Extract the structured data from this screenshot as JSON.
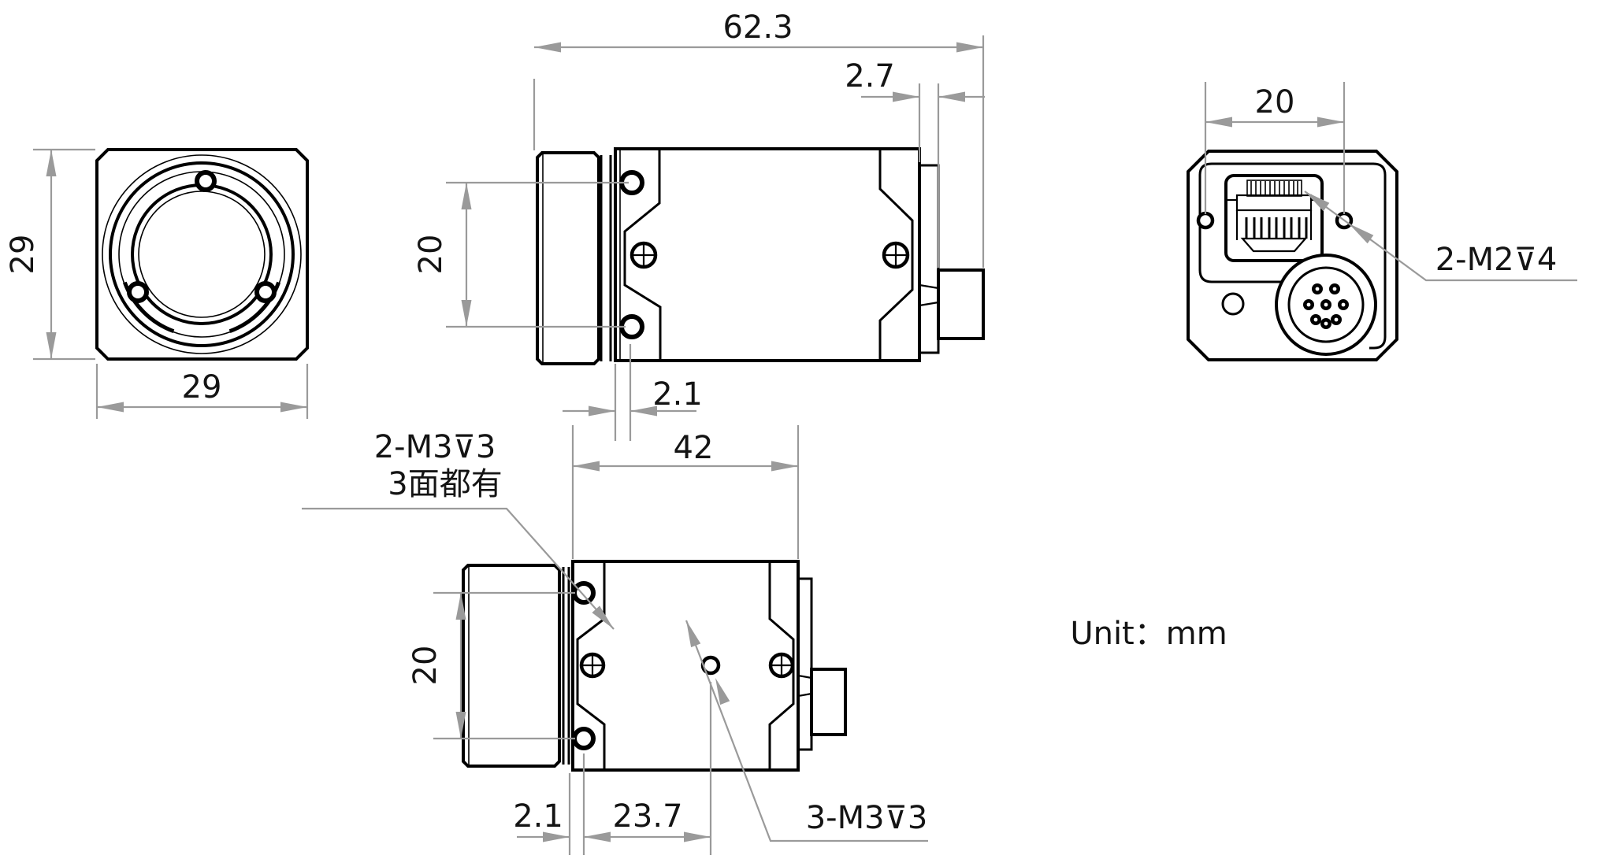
{
  "drawing": {
    "unit_note": "Unit：mm",
    "front": {
      "dim_height": "29",
      "dim_width": "29"
    },
    "side": {
      "dim_total_length": "62.3",
      "dim_rear_cap": "2.7",
      "dim_hole_spacing": "20",
      "dim_hole_offset": "2.1",
      "dim_body_length": "42"
    },
    "rear": {
      "dim_hole_spacing": "20",
      "label_screws": "2-M2⊽4"
    },
    "bottom": {
      "dim_hole_spacing": "20",
      "dim_hole_offset": "2.1",
      "dim_center_hole": "23.7",
      "label_side_screws_l1": "2-M3⊽3",
      "label_side_screws_l2": "3面都有",
      "label_bottom_screws": "3-M3⊽3"
    }
  }
}
